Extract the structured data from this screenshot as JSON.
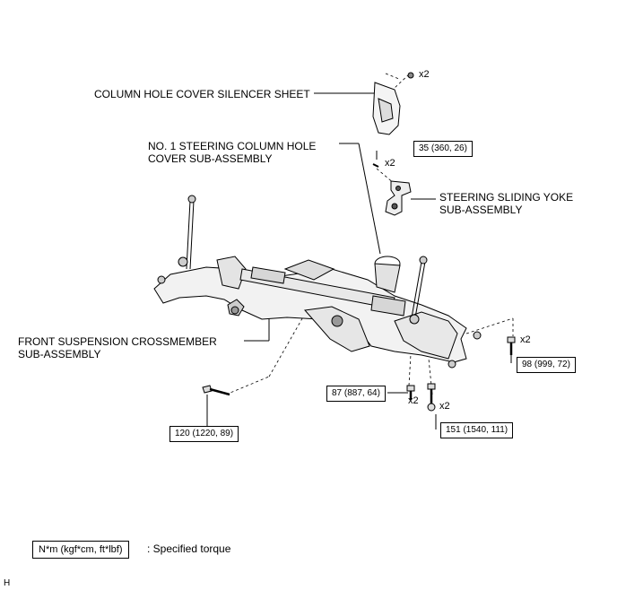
{
  "labels": {
    "silencer_sheet": "COLUMN HOLE COVER SILENCER SHEET",
    "hole_cover_line1": "NO. 1 STEERING COLUMN HOLE",
    "hole_cover_line2": "COVER SUB-ASSEMBLY",
    "yoke_line1": "STEERING SLIDING YOKE",
    "yoke_line2": "SUB-ASSEMBLY",
    "crossmember_line1": "FRONT SUSPENSION CROSSMEMBER",
    "crossmember_line2": "SUB-ASSEMBLY"
  },
  "torques": {
    "t35": "35 (360, 26)",
    "t98": "98 (999, 72)",
    "t87": "87 (887, 64)",
    "t151": "151 (1540, 111)",
    "t120": "120 (1220, 89)"
  },
  "quantities": {
    "q_top": "x2",
    "q_yoke_bolt": "x2",
    "q_right": "x2",
    "q_87": "x2",
    "q_151": "x2"
  },
  "legend": {
    "unit_box": "N*m (kgf*cm, ft*lbf)",
    "description": ": Specified torque"
  },
  "corner_code": "H"
}
